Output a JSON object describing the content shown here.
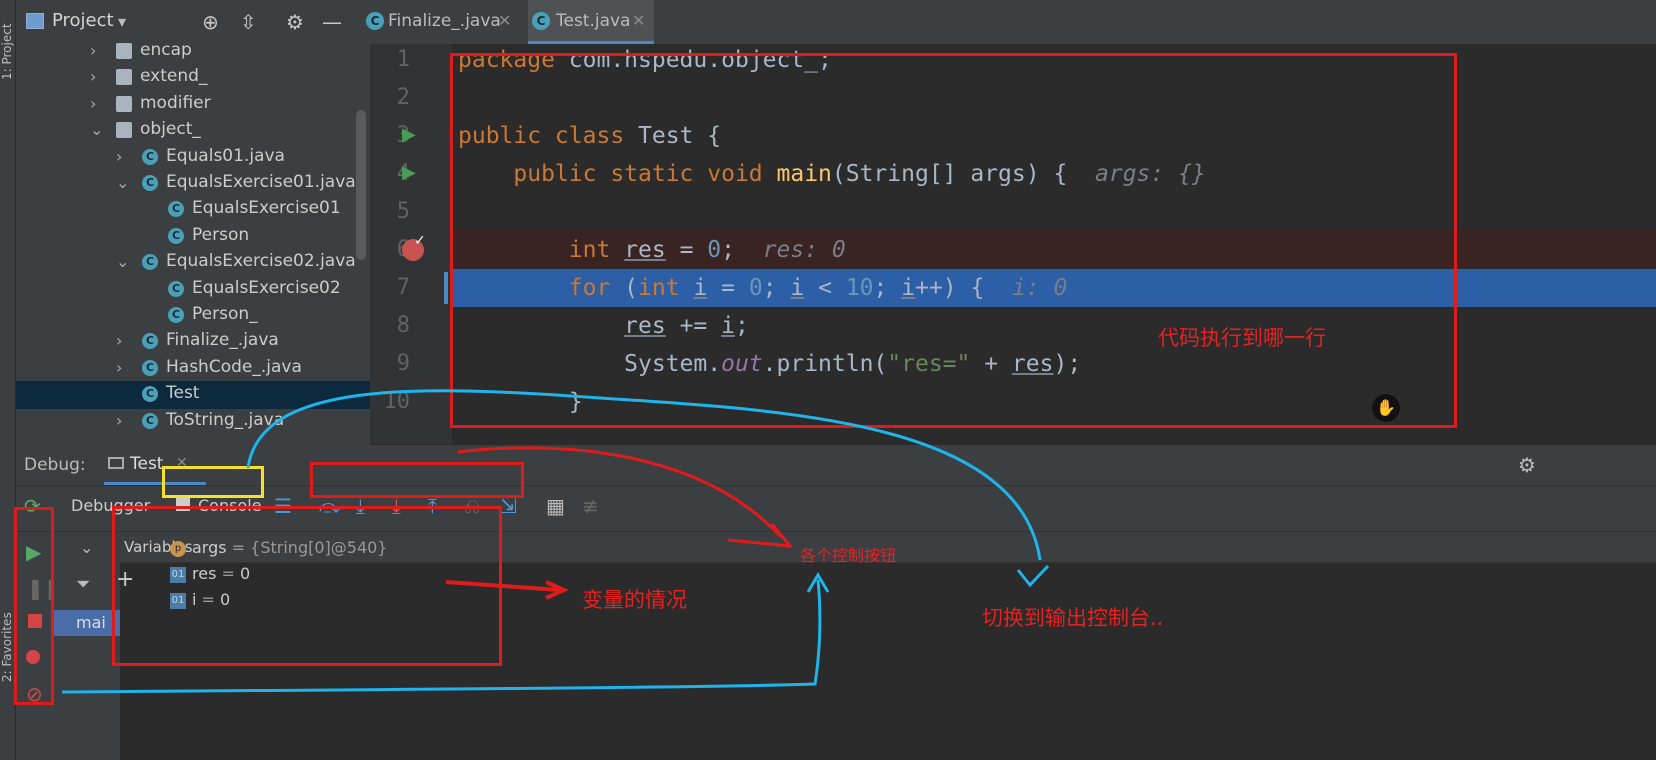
{
  "sidebar_strip": {
    "project_label": "1: Project",
    "favorites_label": "2: Favorites"
  },
  "project_panel": {
    "title": "Project",
    "tree": [
      {
        "label": "encap",
        "type": "folder",
        "indent": 1,
        "arrow": "›"
      },
      {
        "label": "extend_",
        "type": "folder",
        "indent": 1,
        "arrow": "›"
      },
      {
        "label": "modifier",
        "type": "folder",
        "indent": 1,
        "arrow": "›"
      },
      {
        "label": "object_",
        "type": "folder",
        "indent": 1,
        "arrow": "⌄"
      },
      {
        "label": "Equals01.java",
        "type": "class",
        "indent": 2,
        "arrow": "›"
      },
      {
        "label": "EqualsExercise01.java",
        "type": "class",
        "indent": 2,
        "arrow": "⌄"
      },
      {
        "label": "EqualsExercise01",
        "type": "class",
        "indent": 3,
        "arrow": ""
      },
      {
        "label": "Person",
        "type": "class",
        "indent": 3,
        "arrow": ""
      },
      {
        "label": "EqualsExercise02.java",
        "type": "class",
        "indent": 2,
        "arrow": "⌄"
      },
      {
        "label": "EqualsExercise02",
        "type": "class",
        "indent": 3,
        "arrow": ""
      },
      {
        "label": "Person_",
        "type": "class",
        "indent": 3,
        "arrow": ""
      },
      {
        "label": "Finalize_.java",
        "type": "class",
        "indent": 2,
        "arrow": "›"
      },
      {
        "label": "HashCode_.java",
        "type": "class",
        "indent": 2,
        "arrow": "›"
      },
      {
        "label": "Test",
        "type": "class",
        "indent": 2,
        "arrow": "",
        "selected": true
      },
      {
        "label": "ToString_.java",
        "type": "class",
        "indent": 2,
        "arrow": "›"
      }
    ]
  },
  "tabs": [
    {
      "label": "Finalize_.java",
      "active": false
    },
    {
      "label": "Test.java",
      "active": true
    }
  ],
  "editor": {
    "line_numbers": [
      "1",
      "2",
      "3",
      "4",
      "5",
      "6",
      "7",
      "8",
      "9",
      "10"
    ],
    "hints": {
      "args": "args: {}",
      "res": "res: 0",
      "i": "i: 0"
    }
  },
  "debug": {
    "label": "Debug:",
    "session_tab": "Test",
    "tabs": {
      "debugger": "Debugger",
      "console": "Console"
    },
    "frames_label": "mai",
    "variables_header": "Variables",
    "variables": [
      {
        "badge": "p",
        "name": "args",
        "value": "{String[0]@540}"
      },
      {
        "badge": "01",
        "name": "res",
        "value": "0"
      },
      {
        "badge": "01",
        "name": "i",
        "value": "0"
      }
    ]
  },
  "annotations": {
    "code_line": "代码执行到哪一行",
    "controls": "各个控制按钮",
    "variables": "变量的情况",
    "console": "切换到输出控制台.."
  },
  "colors": {
    "annotation_red": "#e01b1b",
    "annotation_blue": "#1fb4ea",
    "annotation_yellow": "#f5e12a",
    "exec_line": "#2d5fa6"
  }
}
